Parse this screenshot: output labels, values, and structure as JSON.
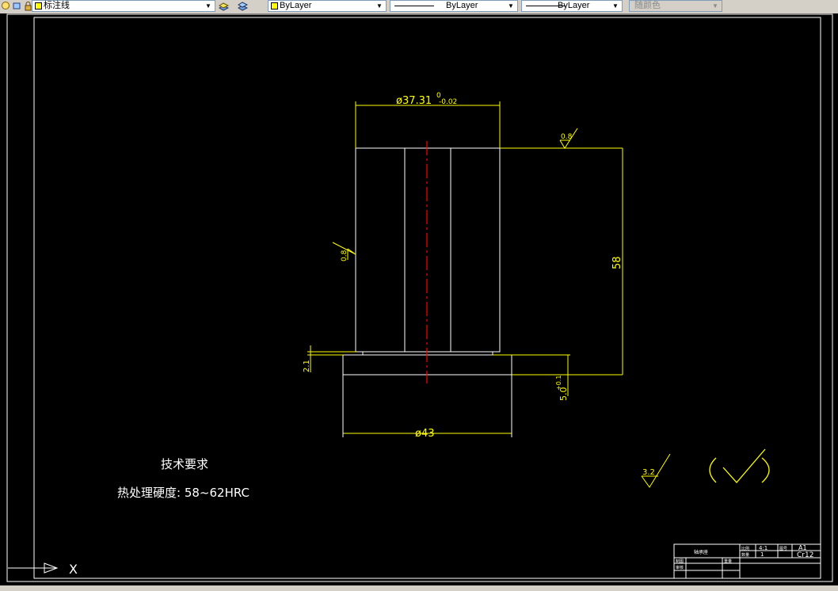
{
  "toolbar": {
    "layer_combo": {
      "value": "标注线",
      "icon": "layer-bulb-icon"
    },
    "color_combo": {
      "value": "ByLayer",
      "swatch": "#ffff00"
    },
    "linetype_combo": {
      "value": "ByLayer"
    },
    "lineweight_combo": {
      "value": "ByLayer"
    },
    "plotstyle_combo": {
      "value": "随颜色"
    }
  },
  "drawing": {
    "dim_top_diameter": "ø37.31",
    "dim_top_upper_tol": "0",
    "dim_top_lower_tol": "-0.02",
    "roughness_top": "0.8",
    "roughness_left": "0.8",
    "dim_height": "58",
    "dim_flange_thickness": "2.1",
    "dim_step": "5.0",
    "dim_step_tol": "+0.1",
    "dim_bottom_diameter": "ø43",
    "tech_req_title": "技术要求",
    "tech_req_text": "热处理硬度: 58~62HRC",
    "roughness_default": "3.2",
    "ucs_label": "X"
  },
  "title_block": {
    "name": "轴承座",
    "scale_label": "比例",
    "scale_value": "4:1",
    "sheet_label": "图号",
    "sheet_value": "A1",
    "qty_label": "数量",
    "qty_value": "1",
    "material_value": "Cr12",
    "drawn_label": "制图",
    "checked_label": "审核",
    "weight_label": "重量"
  },
  "colors": {
    "background": "#000000",
    "outline": "#ffffff",
    "dimension": "#ffff00",
    "centerline": "#ff0000"
  }
}
